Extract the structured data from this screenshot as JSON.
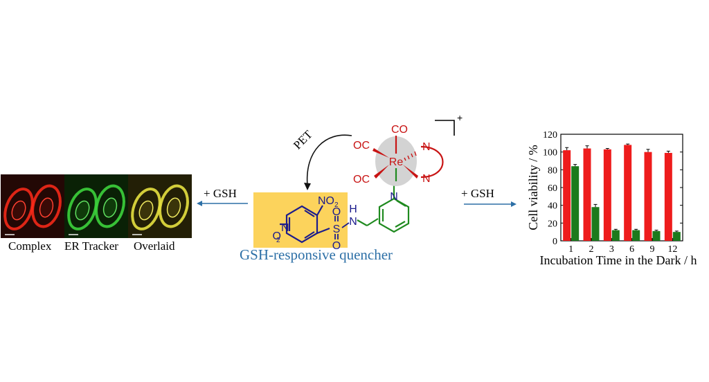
{
  "microscopy": {
    "panels": [
      {
        "label": "Complex",
        "color": "#ff2a1a"
      },
      {
        "label": "ER Tracker",
        "color": "#3cd23c"
      },
      {
        "label": "Overlaid",
        "color": "#e6e040"
      }
    ]
  },
  "arrows": {
    "left_label": "+ GSH",
    "right_label": "+ GSH",
    "pet_label": "PET",
    "color": "#2c6fa6"
  },
  "molecule": {
    "nitro_top": "NO",
    "nitro_top_sub": "2",
    "nitro_left": "O",
    "nitro_left_sub": "2",
    "nitro_left_n": "N",
    "sulfonyl_s": "S",
    "sulfonyl_o_top": "O",
    "sulfonyl_o_bottom": "O",
    "amine_n": "N",
    "amine_h": "H",
    "pyridine_n": "N",
    "metal": "Re",
    "co_top": "CO",
    "co_upper_left": "OC",
    "co_lower_left": "OC",
    "ligand_n_top": "N",
    "ligand_n_bottom": "N",
    "charge": "+",
    "quencher_label": "GSH-responsive quencher",
    "colors": {
      "quencher_box": "#fcd35c",
      "quencher_ink": "#1c1c8c",
      "re_ink": "#c81414",
      "linker_ink": "#1f8a1f"
    }
  },
  "chart_data": {
    "type": "bar",
    "categories": [
      "1",
      "2",
      "3",
      "6",
      "9",
      "12"
    ],
    "series": [
      {
        "color": "#ee1c1c",
        "values": [
          102,
          104,
          103,
          108,
          100,
          99
        ],
        "errors": [
          3,
          3,
          1,
          1,
          3,
          2
        ]
      },
      {
        "color": "#1c7a1c",
        "values": [
          84,
          38,
          12,
          12,
          11,
          10
        ],
        "errors": [
          2,
          3,
          1,
          1,
          1,
          1
        ]
      }
    ],
    "ylim": [
      0,
      120
    ],
    "yticks": [
      "0",
      "20",
      "40",
      "60",
      "80",
      "100",
      "120"
    ],
    "ylabel": "Cell viability / %",
    "xlabel": "Incubation Time in the Dark / h"
  }
}
